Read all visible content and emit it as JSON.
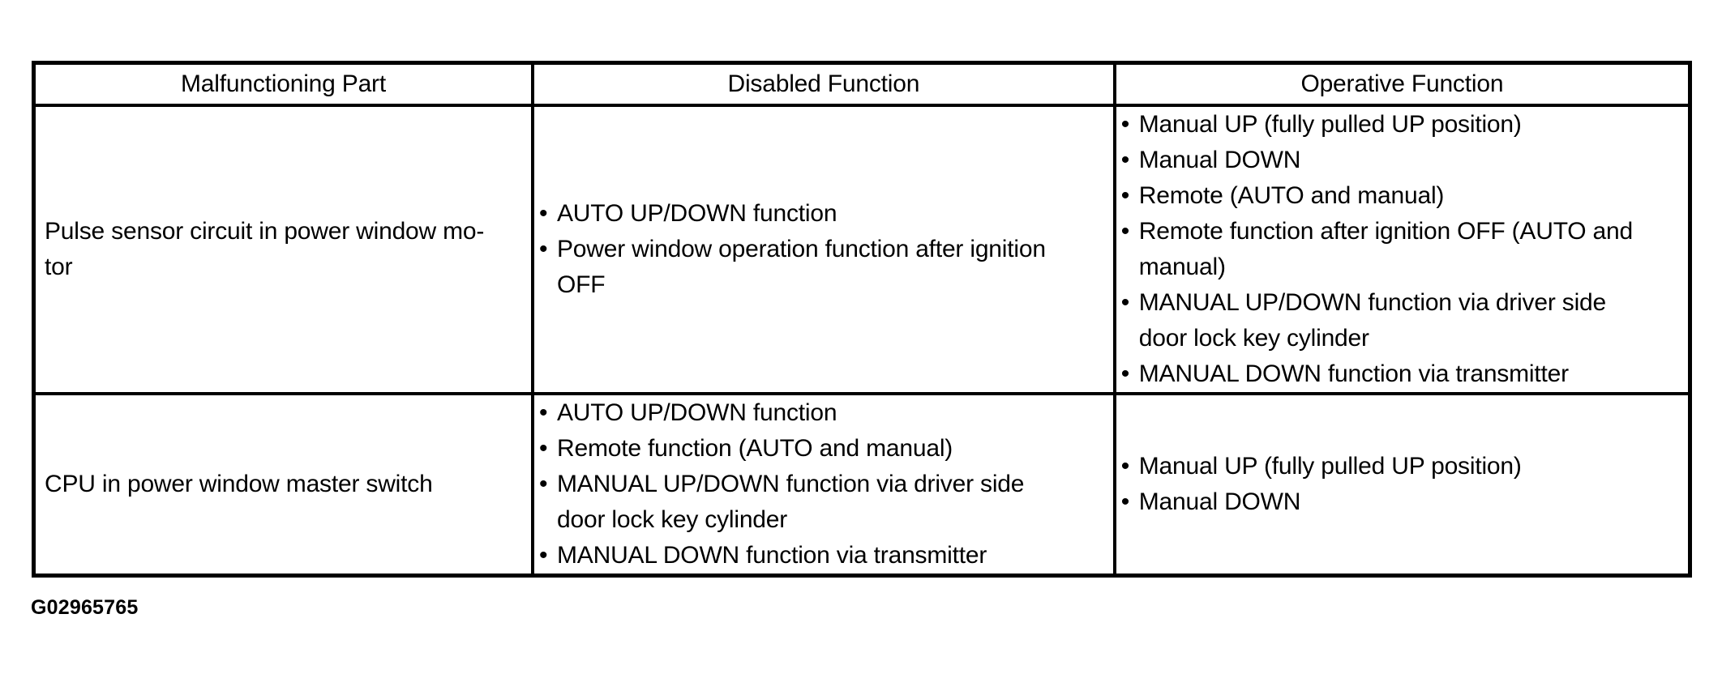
{
  "bullet_char": "•",
  "figure_code": "G02965765",
  "table": {
    "columns": [
      {
        "label": "Malfunctioning Part"
      },
      {
        "label": "Disabled Function"
      },
      {
        "label": "Operative Function"
      }
    ],
    "rows": [
      {
        "part": "Pulse sensor circuit in power window mo-\ntor",
        "disabled": [
          "AUTO UP/DOWN function",
          "Power window operation function after ignition\nOFF"
        ],
        "operative": [
          "Manual UP (fully pulled UP position)",
          "Manual DOWN",
          "Remote (AUTO and manual)",
          "Remote function after ignition OFF (AUTO and\nmanual)",
          "MANUAL UP/DOWN function via driver side\ndoor lock key cylinder",
          "MANUAL DOWN function via transmitter"
        ]
      },
      {
        "part": "CPU in power window master switch",
        "disabled": [
          "AUTO UP/DOWN function",
          "Remote function (AUTO and manual)",
          "MANUAL UP/DOWN function via driver side\ndoor lock key cylinder",
          "MANUAL DOWN function via transmitter"
        ],
        "operative": [
          "Manual UP (fully pulled UP position)",
          "Manual DOWN"
        ]
      }
    ]
  }
}
